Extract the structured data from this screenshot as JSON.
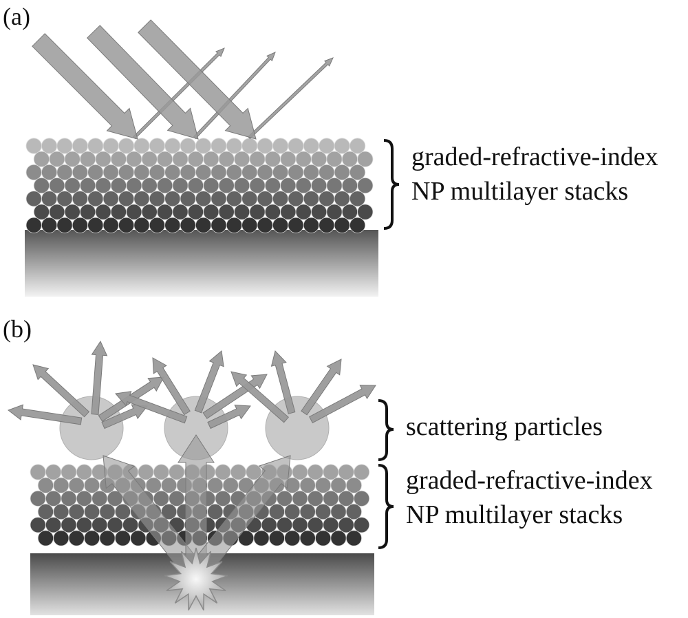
{
  "panels": [
    {
      "id": "a",
      "label": "(a)",
      "annotations": [
        {
          "lines": [
            "graded-refractive-index",
            "NP multilayer stacks"
          ]
        }
      ]
    },
    {
      "id": "b",
      "label": "(b)",
      "annotations": [
        {
          "lines": [
            "scattering particles"
          ]
        },
        {
          "lines": [
            "graded-refractive-index",
            "NP multilayer stacks"
          ]
        }
      ]
    }
  ],
  "colors": {
    "layer_shades": [
      "#b9b9b9",
      "#a2a2a2",
      "#8c8c8c",
      "#777777",
      "#636363",
      "#4a4a4a",
      "#333333"
    ],
    "arrow_fill": "#9a9a9a",
    "arrow_stroke": "#7a7a7a",
    "substrate_top": "#555555",
    "substrate_bottom": "#f2f2f2",
    "particle": "#c8c8c8",
    "bracket": "#111111"
  }
}
